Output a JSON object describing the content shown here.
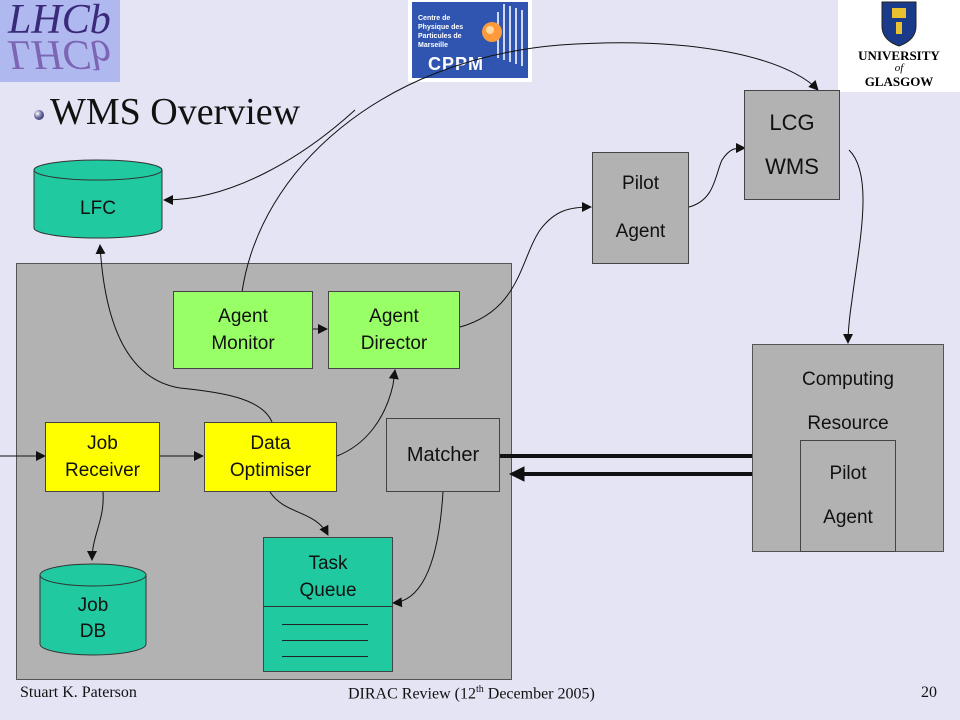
{
  "slide": {
    "title": "WMS Overview",
    "footer": {
      "author": "Stuart K. Paterson",
      "event_prefix": "DIRAC Review (12",
      "event_sup": "th",
      "event_suffix": " December 2005)",
      "page": "20"
    }
  },
  "logos": {
    "lhcb": "LHCb",
    "cppm": {
      "text": "Centre de Physique des Particules de Marseille",
      "abbrev": "CPPM"
    },
    "glasgow": {
      "line1": "UNIVERSITY",
      "line2": "of",
      "line3": "GLASGOW"
    }
  },
  "nodes": {
    "lfc": "LFC",
    "lcg_wms": {
      "line1": "LCG",
      "line2": "WMS"
    },
    "pilot_agent_top": {
      "line1": "Pilot",
      "line2": "Agent"
    },
    "agent_monitor": {
      "line1": "Agent",
      "line2": "Monitor"
    },
    "agent_director": {
      "line1": "Agent",
      "line2": "Director"
    },
    "job_receiver": {
      "line1": "Job",
      "line2": "Receiver"
    },
    "data_optimiser": {
      "line1": "Data",
      "line2": "Optimiser"
    },
    "matcher": "Matcher",
    "task_queue": {
      "line1": "Task",
      "line2": "Queue"
    },
    "job_db": {
      "line1": "Job",
      "line2": "DB"
    },
    "computing_resource": {
      "line1": "Computing",
      "line2": "Resource"
    },
    "pilot_agent_resource": {
      "line1": "Pilot",
      "line2": "Agent"
    }
  },
  "colors": {
    "background": "#e4e4f5",
    "dirac_panel": "#b2b2b2",
    "agent_boxes": "#99ff66",
    "job_boxes": "#ffff00",
    "database_cylinders": "#20c9a0",
    "resource_boxes": "#b2b2b2"
  }
}
